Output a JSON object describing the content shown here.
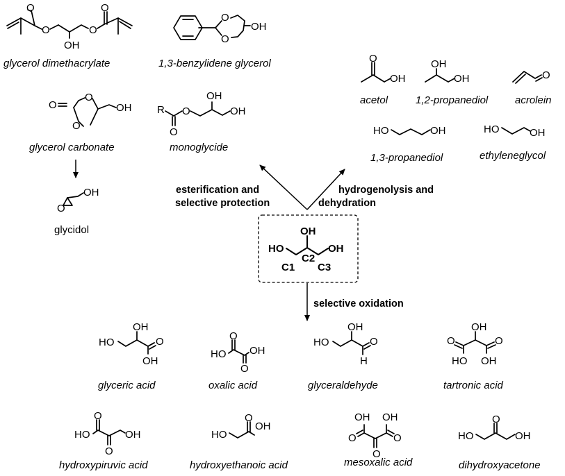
{
  "center": {
    "atoms": {
      "oh_top": "OH",
      "ho_left": "HO",
      "oh_right": "OH"
    },
    "carbons": {
      "c1": "C1",
      "c2": "C2",
      "c3": "C3"
    }
  },
  "routes": {
    "esterification_line1": "esterification and",
    "esterification_line2": "selective protection",
    "hydrogenolysis_line1": "hydrogenolysis and",
    "hydrogenolysis_line2": "dehydration",
    "oxidation": "selective oxidation"
  },
  "compounds": {
    "glycerol_dimethacrylate": {
      "name": "glycerol dimethacrylate",
      "atoms": [
        "O",
        "O",
        "O",
        "O",
        "OH"
      ]
    },
    "benzylidene_glycerol": {
      "name": "1,3-benzylidene glycerol",
      "atoms": [
        "O",
        "O",
        "OH"
      ]
    },
    "glycerol_carbonate": {
      "name": "glycerol carbonate",
      "atoms": [
        "O",
        "O",
        "O",
        "OH"
      ]
    },
    "monoglycide": {
      "name": "monoglycide",
      "atoms": [
        "R",
        "O",
        "O",
        "OH",
        "OH"
      ]
    },
    "glycidol": {
      "name": "glycidol",
      "atoms": [
        "O",
        "OH"
      ]
    },
    "acetol": {
      "name": "acetol",
      "atoms": [
        "O",
        "OH"
      ]
    },
    "propanediol_12": {
      "name": "1,2-propanediol",
      "atoms": [
        "OH",
        "OH"
      ]
    },
    "acrolein": {
      "name": "acrolein",
      "atoms": [
        "O"
      ]
    },
    "propanediol_13": {
      "name": "1,3-propanediol",
      "atoms": [
        "HO",
        "OH"
      ]
    },
    "ethyleneglycol": {
      "name": "ethyleneglycol",
      "atoms": [
        "HO",
        "OH"
      ]
    },
    "glyceric_acid": {
      "name": "glyceric acid",
      "atoms": [
        "HO",
        "OH",
        "O",
        "OH"
      ]
    },
    "oxalic_acid": {
      "name": "oxalic acid",
      "atoms": [
        "O",
        "HO",
        "OH",
        "O"
      ]
    },
    "glyceraldehyde": {
      "name": "glyceraldehyde",
      "atoms": [
        "HO",
        "OH",
        "O",
        "H"
      ]
    },
    "tartronic_acid": {
      "name": "tartronic acid",
      "atoms": [
        "OH",
        "O",
        "O",
        "HO",
        "OH"
      ]
    },
    "hydroxypiruvic_acid": {
      "name": "hydroxypiruvic acid",
      "atoms": [
        "O",
        "HO",
        "OH",
        "O"
      ]
    },
    "hydroxyethanoic_acid": {
      "name": "hydroxyethanoic acid",
      "atoms": [
        "HO",
        "O",
        "OH"
      ]
    },
    "mesoxalic_acid": {
      "name": "mesoxalic acid",
      "atoms": [
        "OH",
        "OH",
        "O",
        "O",
        "O"
      ]
    },
    "dihydroxyacetone": {
      "name": "dihydroxyacetone",
      "atoms": [
        "O",
        "HO",
        "OH"
      ]
    }
  },
  "colors": {
    "ink": "#000000",
    "background": "#ffffff"
  }
}
